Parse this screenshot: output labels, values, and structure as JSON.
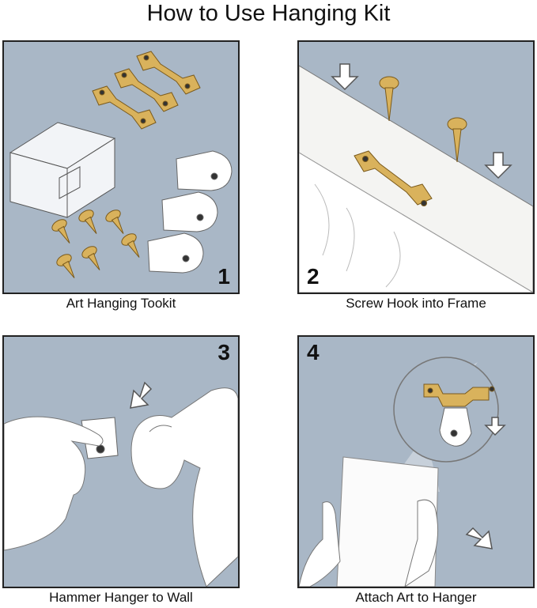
{
  "title": "How to Use Hanging Kit",
  "steps": [
    {
      "number": "1",
      "caption": "Art Hanging Tookit"
    },
    {
      "number": "2",
      "caption": "Screw Hook into Frame"
    },
    {
      "number": "3",
      "caption": "Hammer Hanger to Wall"
    },
    {
      "number": "4",
      "caption": "Attach Art to Hanger"
    }
  ],
  "colors": {
    "panel_background": "#a9b7c6",
    "panel_border": "#222222",
    "brass": "#d9b25c",
    "white_part": "#ffffff"
  }
}
